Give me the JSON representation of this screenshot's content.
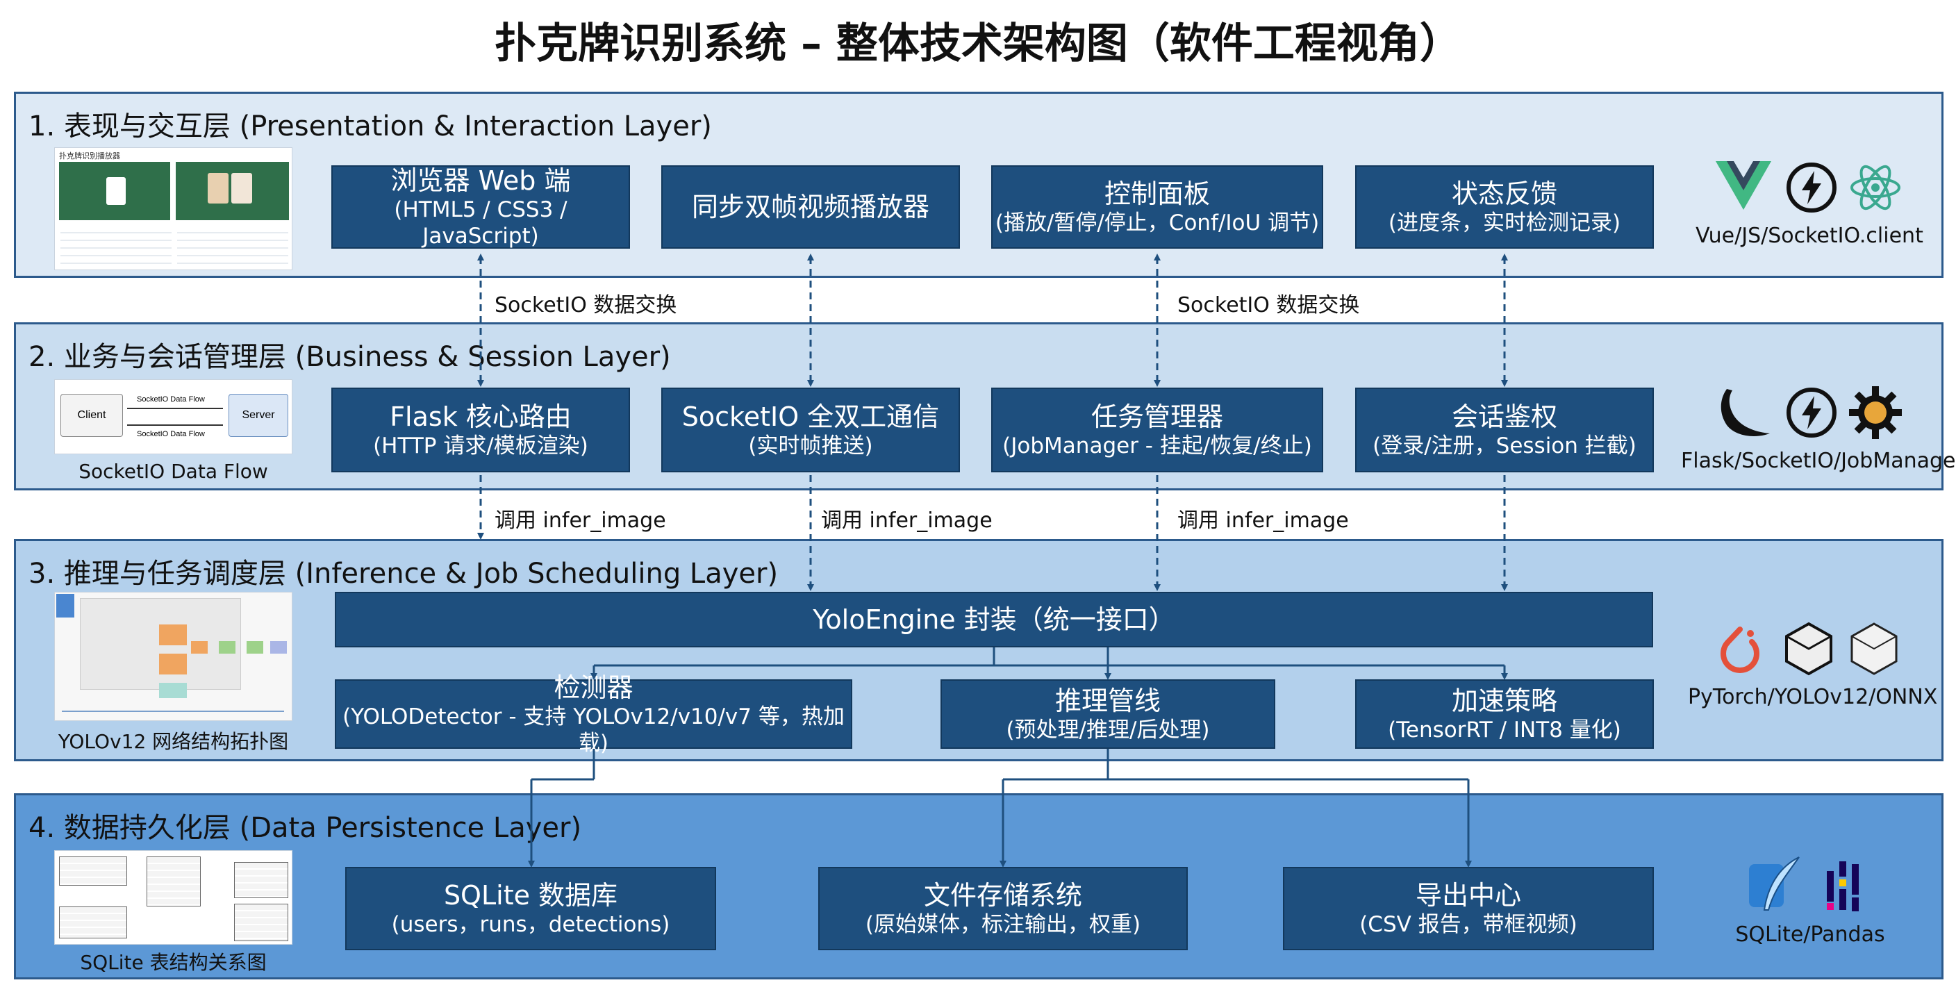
{
  "title": "扑克牌识别系统 – 整体技术架构图（软件工程视角）",
  "colors": {
    "box": "#1e4f7e",
    "border": "#2c5a8c",
    "layer1": "#dde9f5",
    "layer2": "#c9ddf0",
    "layer3": "#b3d0ec",
    "layer4": "#5c98d6"
  },
  "layer1": {
    "title": "1. 表现与交互层 (Presentation & Interaction Layer)",
    "thumb_title": "扑克牌识别播放器",
    "boxes": [
      {
        "line1": "浏览器 Web 端",
        "line2": "(HTML5 / CSS3 / JavaScript)"
      },
      {
        "line1": "同步双帧视频播放器",
        "line2": ""
      },
      {
        "line1": "控制面板",
        "line2": "(播放/暂停/停止，Conf/IoU 调节)"
      },
      {
        "line1": "状态反馈",
        "line2": "(进度条，实时检测记录)"
      }
    ],
    "tech_icons": [
      "vue-icon",
      "lightning-icon",
      "react-icon"
    ],
    "tech": "Vue/JS/SocketIO.client"
  },
  "connectors_1_2": {
    "left": "SocketIO 数据交换",
    "right": "SocketIO 数据交换"
  },
  "layer2": {
    "title": "2. 业务与会话管理层 (Business & Session Layer)",
    "flow": {
      "client": "Client",
      "server": "Server",
      "top": "SocketIO Data Flow",
      "bottom": "SocketIO Data Flow"
    },
    "caption": "SocketIO Data Flow",
    "boxes": [
      {
        "line1": "Flask 核心路由",
        "line2": "(HTTP 请求/模板渲染)"
      },
      {
        "line1": "SocketIO 全双工通信",
        "line2": "(实时帧推送)"
      },
      {
        "line1": "任务管理器",
        "line2": "(JobManager - 挂起/恢复/终止)"
      },
      {
        "line1": "会话鉴权",
        "line2": "(登录/注册，Session 拦截)"
      }
    ],
    "tech_icons": [
      "flask-icon",
      "lightning-icon",
      "gear-icon"
    ],
    "tech": "Flask/SocketIO/JobManager"
  },
  "connectors_2_3": {
    "a": "调用 infer_image",
    "b": "调用 infer_image",
    "c": "调用 infer_image"
  },
  "layer3": {
    "title": "3. 推理与任务调度层 (Inference & Job Scheduling Layer)",
    "caption": "YOLOv12 网络结构拓扑图",
    "engine": "YoloEngine 封装（统一接口）",
    "boxes": [
      {
        "line1": "检测器",
        "line2": "(YOLODetector - 支持 YOLOv12/v10/v7 等，热加载)"
      },
      {
        "line1": "推理管线",
        "line2": "(预处理/推理/后处理)"
      },
      {
        "line1": "加速策略",
        "line2": "(TensorRT / INT8 量化)"
      }
    ],
    "tech_icons": [
      "pytorch-icon",
      "polyhedron-icon",
      "polyhedron-icon"
    ],
    "tech": "PyTorch/YOLOv12/ONNX"
  },
  "layer4": {
    "title": "4. 数据持久化层 (Data Persistence Layer)",
    "caption": "SQLite 表结构关系图",
    "boxes": [
      {
        "line1": "SQLite 数据库",
        "line2": "(users，runs，detections)"
      },
      {
        "line1": "文件存储系统",
        "line2": "(原始媒体，标注输出，权重)"
      },
      {
        "line1": "导出中心",
        "line2": "(CSV 报告，带框视频)"
      }
    ],
    "tech_icons": [
      "feather-icon",
      "pandas-icon"
    ],
    "tech": "SQLite/Pandas"
  }
}
